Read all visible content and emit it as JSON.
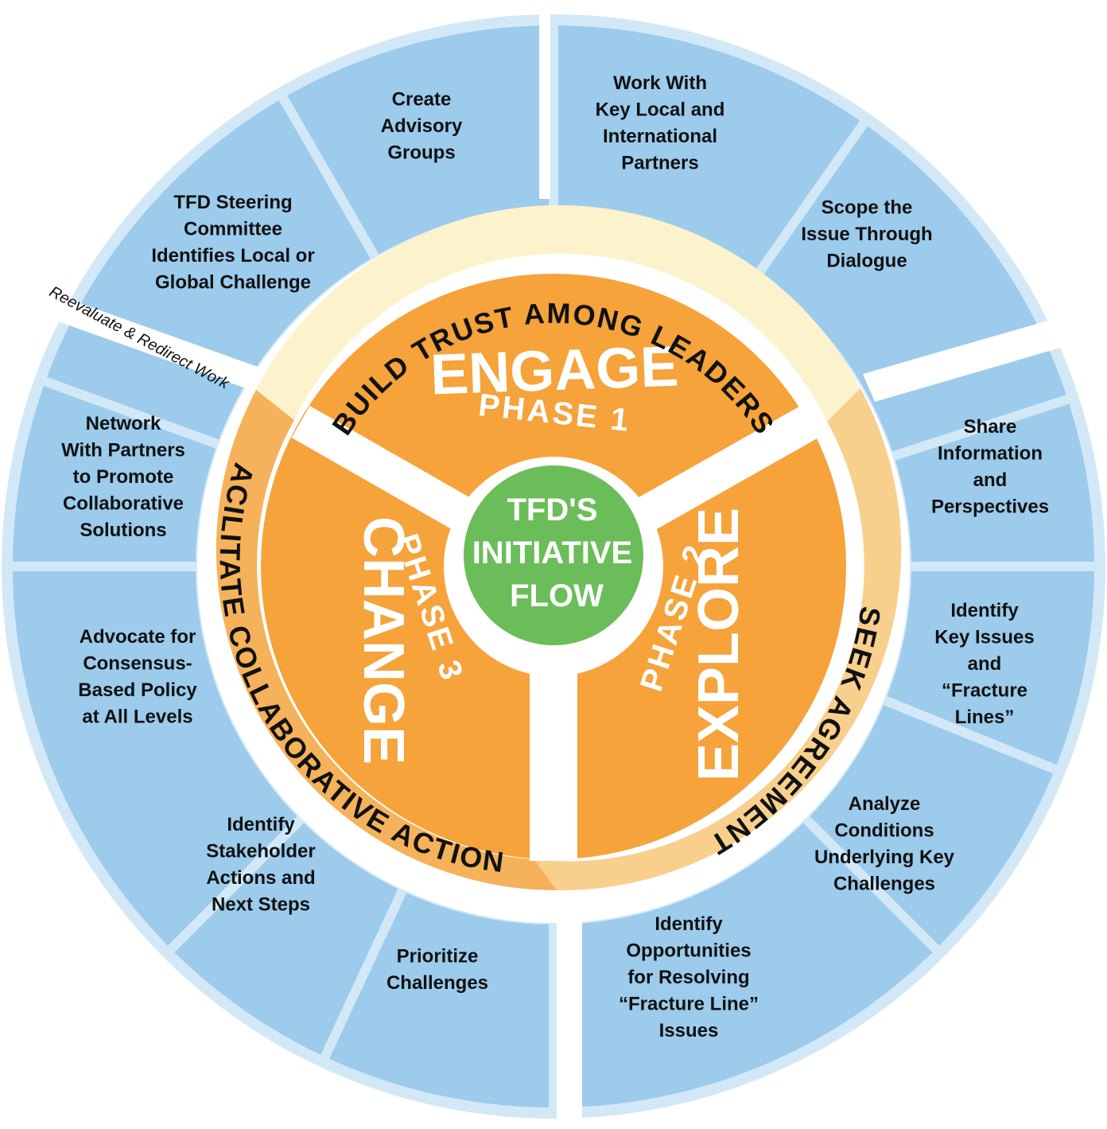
{
  "center": {
    "lines": [
      "TFD'S",
      "INITIATIVE",
      "FLOW"
    ],
    "color": "#6bbd5a"
  },
  "phases": [
    {
      "name": "ENGAGE",
      "number": "PHASE 1"
    },
    {
      "name": "EXPLORE",
      "number": "PHASE 2"
    },
    {
      "name": "CHANGE",
      "number": "PHASE 3"
    }
  ],
  "ring_labels": {
    "build_trust": "BUILD TRUST AMONG LEADERS",
    "seek_agreement": "SEEK AGREEMENT",
    "facilitate": "FACILITATE COLLABORATIVE ACTION"
  },
  "reevaluate_label": "Reevaluate & Redirect Work",
  "steps": [
    [
      "Create",
      "Advisory",
      "Groups"
    ],
    [
      "Work With",
      "Key Local and",
      "International",
      "Partners"
    ],
    [
      "Scope the",
      "Issue Through",
      "Dialogue"
    ],
    [
      "Share",
      "Information",
      "and",
      "Perspectives"
    ],
    [
      "Identify",
      "Key Issues",
      "and",
      "“Fracture",
      "Lines”"
    ],
    [
      "Analyze",
      "Conditions",
      "Underlying Key",
      "Challenges"
    ],
    [
      "Identify",
      "Opportunities",
      "for Resolving",
      "“Fracture Line”",
      "Issues"
    ],
    [
      "Prioritize",
      "Challenges"
    ],
    [
      "Identify",
      "Stakeholder",
      "Actions and",
      "Next Steps"
    ],
    [
      "Advocate for",
      "Consensus-",
      "Based Policy",
      "at All Levels"
    ],
    [
      "Network",
      "With Partners",
      "to Promote",
      "Collaborative",
      "Solutions"
    ],
    [
      "TFD Steering",
      "Committee",
      "Identifies Local or",
      "Global Challenge"
    ]
  ],
  "colors": {
    "outer_blue": "#9ccbec",
    "outer_rim": "#d3e8f7",
    "phase_orange": "#f5a33a",
    "ring_yellow": "#fcf2cc",
    "ring_peach": "#f9cf8e",
    "ring_orange": "#f5b25a"
  }
}
